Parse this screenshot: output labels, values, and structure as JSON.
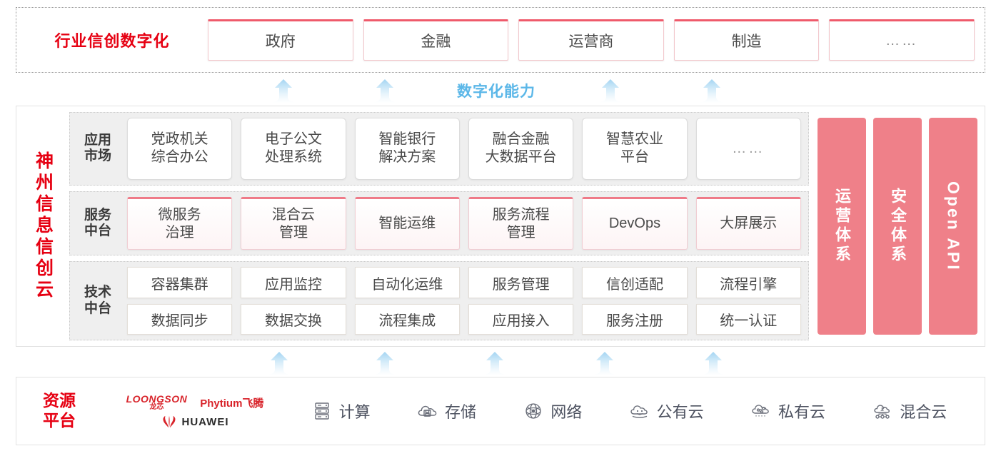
{
  "industry": {
    "title": "行业信创数字化",
    "cards": [
      "政府",
      "金融",
      "运营商",
      "制造",
      "……"
    ]
  },
  "capability_label": "数字化能力",
  "cloud": {
    "title": "神州信息信创云",
    "rows": [
      {
        "label": "应用\n市场",
        "label_lines": [
          "应用",
          "市场"
        ],
        "cards": [
          "党政机关\n综合办公",
          "电子公文\n处理系统",
          "智能银行\n解决方案",
          "融合金融\n大数据平台",
          "智慧农业\n平台",
          "……"
        ],
        "cards_lines": [
          [
            "党政机关",
            "综合办公"
          ],
          [
            "电子公文",
            "处理系统"
          ],
          [
            "智能银行",
            "解决方案"
          ],
          [
            "融合金融",
            "大数据平台"
          ],
          [
            "智慧农业",
            "平台"
          ],
          [
            "……"
          ]
        ]
      },
      {
        "label_lines": [
          "服务",
          "中台"
        ],
        "cards_lines": [
          [
            "微服务",
            "治理"
          ],
          [
            "混合云",
            "管理"
          ],
          [
            "智能运维"
          ],
          [
            "服务流程",
            "管理"
          ],
          [
            "DevOps"
          ],
          [
            "大屏展示"
          ]
        ]
      },
      {
        "label_lines": [
          "技术",
          "中台"
        ],
        "grid": [
          [
            "容器集群",
            "应用监控",
            "自动化运维",
            "服务管理",
            "信创适配",
            "流程引擎"
          ],
          [
            "数据同步",
            "数据交换",
            "流程集成",
            "应用接入",
            "服务注册",
            "统一认证"
          ]
        ]
      }
    ],
    "pillars": [
      {
        "label": "运营体系",
        "mode": "cjk"
      },
      {
        "label": "安全体系",
        "mode": "cjk"
      },
      {
        "label": "Open API",
        "mode": "latin"
      }
    ]
  },
  "resource": {
    "title_lines": [
      "资源",
      "平台"
    ],
    "logos": [
      {
        "name": "loongson",
        "en": "LOONGSON",
        "cn": "龙芯"
      },
      {
        "name": "phytium",
        "text": "Phytium飞腾"
      },
      {
        "name": "huawei",
        "text": "HUAWEI"
      }
    ],
    "items": [
      {
        "icon": "server-icon",
        "label": "计算"
      },
      {
        "icon": "storage-cloud-icon",
        "label": "存储"
      },
      {
        "icon": "network-icon",
        "label": "网络"
      },
      {
        "icon": "public-cloud-icon",
        "label": "公有云"
      },
      {
        "icon": "private-cloud-icon",
        "label": "私有云"
      },
      {
        "icon": "hybrid-cloud-icon",
        "label": "混合云"
      }
    ]
  },
  "colors": {
    "brand_red": "#e60012",
    "pillar_pink": "#ef8089",
    "card_accent": "#ef5a6b",
    "arrow_blue": "#a9d8f2",
    "capability_blue": "#5bb7e8"
  }
}
